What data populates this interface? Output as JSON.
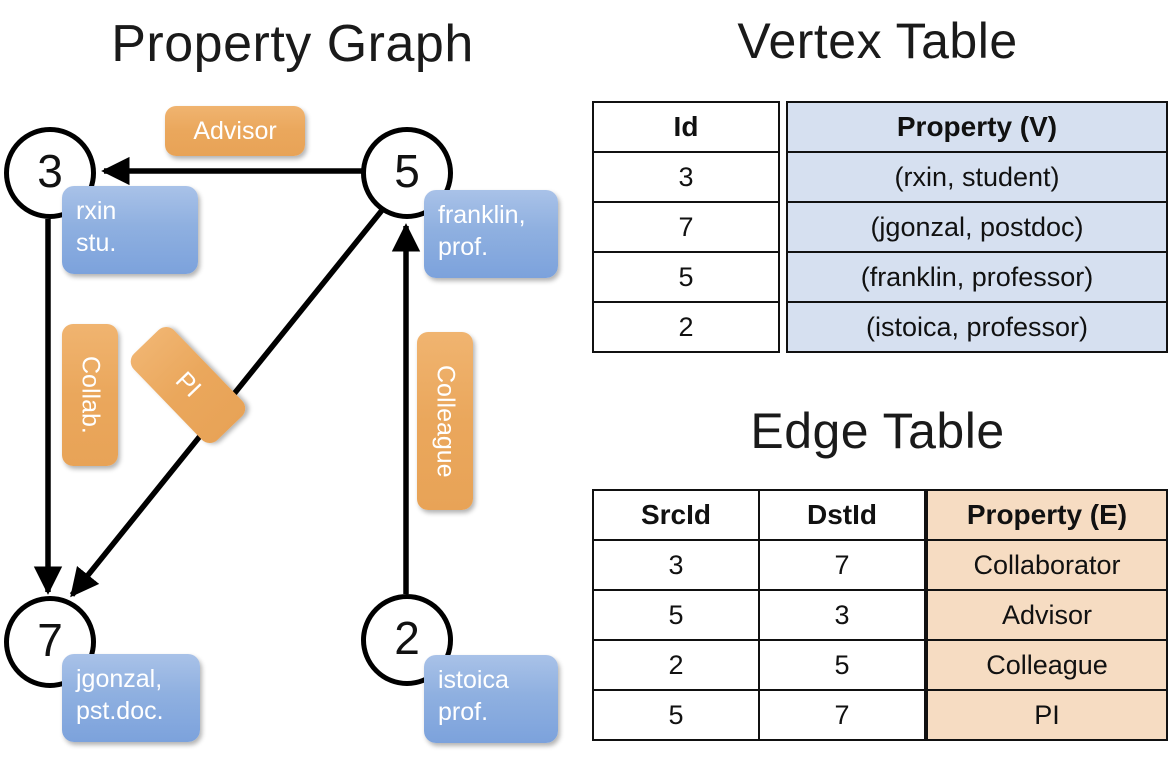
{
  "titles": {
    "property_graph": "Property Graph",
    "vertex_table": "Vertex Table",
    "edge_table": "Edge Table"
  },
  "colors": {
    "vertex_property_fill": "#d6e0f0",
    "edge_property_fill": "#f6dcc2",
    "vertex_bubble": "#8fb0e0",
    "edge_bubble": "#eaa75c",
    "stroke": "#111111",
    "background": "#ffffff"
  },
  "graph": {
    "nodes": [
      {
        "id": "3",
        "property": "rxin\nstu.",
        "prop_line1": "rxin",
        "prop_line2": "stu."
      },
      {
        "id": "5",
        "property": "franklin,\nprof.",
        "prop_line1": "franklin,",
        "prop_line2": "prof."
      },
      {
        "id": "7",
        "property": "jgonzal,\npst.doc.",
        "prop_line1": "jgonzal,",
        "prop_line2": "pst.doc."
      },
      {
        "id": "2",
        "property": "istoica\nprof.",
        "prop_line1": "istoica",
        "prop_line2": "prof."
      }
    ],
    "edges": [
      {
        "src": "5",
        "dst": "3",
        "label": "Advisor",
        "orientation": "horizontal"
      },
      {
        "src": "3",
        "dst": "7",
        "label": "Collab.",
        "orientation": "vertical"
      },
      {
        "src": "5",
        "dst": "7",
        "label": "PI",
        "orientation": "diagonal"
      },
      {
        "src": "2",
        "dst": "5",
        "label": "Colleague",
        "orientation": "vertical"
      }
    ]
  },
  "vertex_table": {
    "headers": [
      "Id",
      "Property (V)"
    ],
    "rows": [
      {
        "id": "3",
        "property": "(rxin, student)"
      },
      {
        "id": "7",
        "property": "(jgonzal, postdoc)"
      },
      {
        "id": "5",
        "property": "(franklin, professor)"
      },
      {
        "id": "2",
        "property": "(istoica, professor)"
      }
    ]
  },
  "edge_table": {
    "headers": [
      "SrcId",
      "DstId",
      "Property (E)"
    ],
    "rows": [
      {
        "src": "3",
        "dst": "7",
        "property": "Collaborator"
      },
      {
        "src": "5",
        "dst": "3",
        "property": "Advisor"
      },
      {
        "src": "2",
        "dst": "5",
        "property": "Colleague"
      },
      {
        "src": "5",
        "dst": "7",
        "property": "PI"
      }
    ]
  }
}
